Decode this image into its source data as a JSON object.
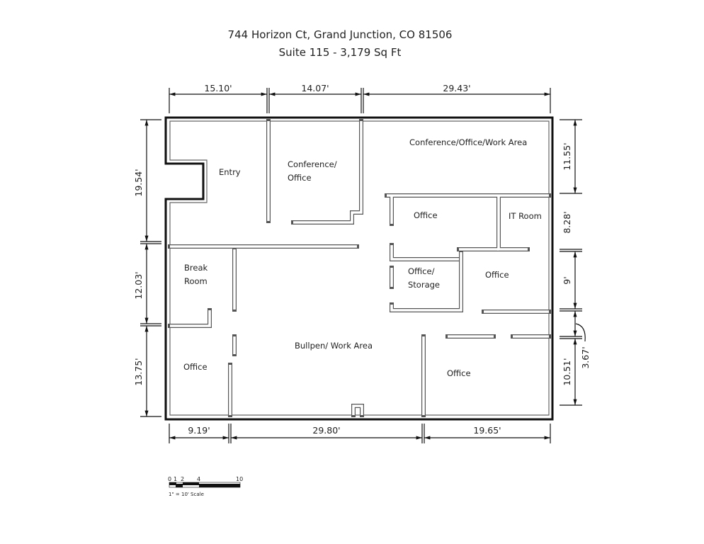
{
  "header": {
    "address": "744 Horizon Ct, Grand Junction, CO 81506",
    "suite": "Suite 115 - 3,179 Sq  Ft"
  },
  "rooms": {
    "entry": "Entry",
    "conference_office_1": "Conference/",
    "conference_office_2": "Office",
    "conference_work": "Conference/Office/Work Area",
    "office_top": "Office",
    "it_room": "IT Room",
    "break_room_1": "Break",
    "break_room_2": "Room",
    "office_storage_1": "Office/",
    "office_storage_2": "Storage",
    "office_right": "Office",
    "office_lower_left": "Office",
    "bullpen": "Bullpen/ Work Area",
    "office_lower_right": "Office"
  },
  "dimensions": {
    "top": [
      "15.10'",
      "14.07'",
      "29.43'"
    ],
    "bottom": [
      "9.19'",
      "29.80'",
      "19.65'"
    ],
    "left": [
      "19.54'",
      "12.03'",
      "13.75'"
    ],
    "right": [
      "11.55'",
      "8.28'",
      "9'",
      "3.67'",
      "10.51'"
    ]
  },
  "scale": {
    "ticks": [
      "0",
      "1",
      "2",
      "4",
      "10"
    ],
    "label": "1\" = 10' Scale"
  }
}
